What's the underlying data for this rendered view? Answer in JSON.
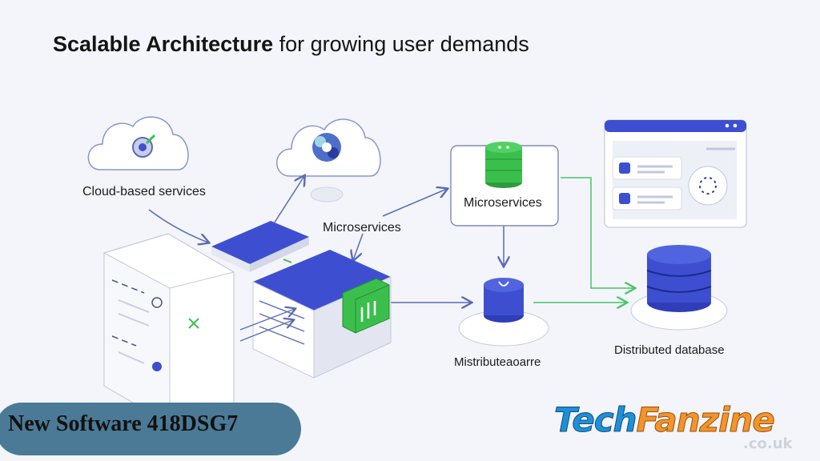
{
  "title": {
    "bold": "Scalable Architecture",
    "rest": "for growing user demands"
  },
  "labels": {
    "cloud_services": "Cloud-based services",
    "microservices_center": "Microservices",
    "microservices_box": "Microservices",
    "distributed_small": "Mistributeaoarre",
    "distributed_db": "Distributed database"
  },
  "badge": {
    "text": "New Software 418DSG7"
  },
  "brand": {
    "part1": "Tech",
    "part2": "Fanzine",
    "sub": ".co.uk"
  },
  "colors": {
    "blue": "#3d4fd0",
    "green": "#3bbf4c",
    "arrow": "#5a6bb5",
    "green_line": "#49c46a"
  },
  "icons": [
    "cloud-icon",
    "server-stack-icon",
    "chart-icon",
    "database-icon",
    "app-window-icon"
  ]
}
